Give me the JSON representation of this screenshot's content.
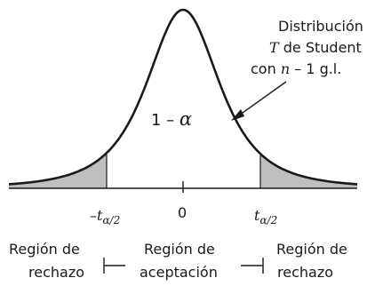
{
  "curve_label": {
    "line1": "Distribución",
    "line2_var": "T",
    "line2_rest": " de Student",
    "line3_pre": "con ",
    "line3_var": "n",
    "line3_post": " – 1 g.l."
  },
  "center_label": {
    "one": "1 – ",
    "alpha": "α"
  },
  "axis": {
    "left_sign": "–",
    "left_var": "t",
    "left_sub": "α/2",
    "zero": "0",
    "right_var": "t",
    "right_sub": "α/2"
  },
  "regions": {
    "left": {
      "line1": "Región de",
      "line2": "rechazo"
    },
    "middle": {
      "line1": "Región de",
      "line2": "aceptación"
    },
    "right": {
      "line1": "Región de",
      "line2": "rechazo"
    }
  },
  "colors": {
    "shade": "#bfbfbf",
    "ink": "#1a1a1a"
  }
}
